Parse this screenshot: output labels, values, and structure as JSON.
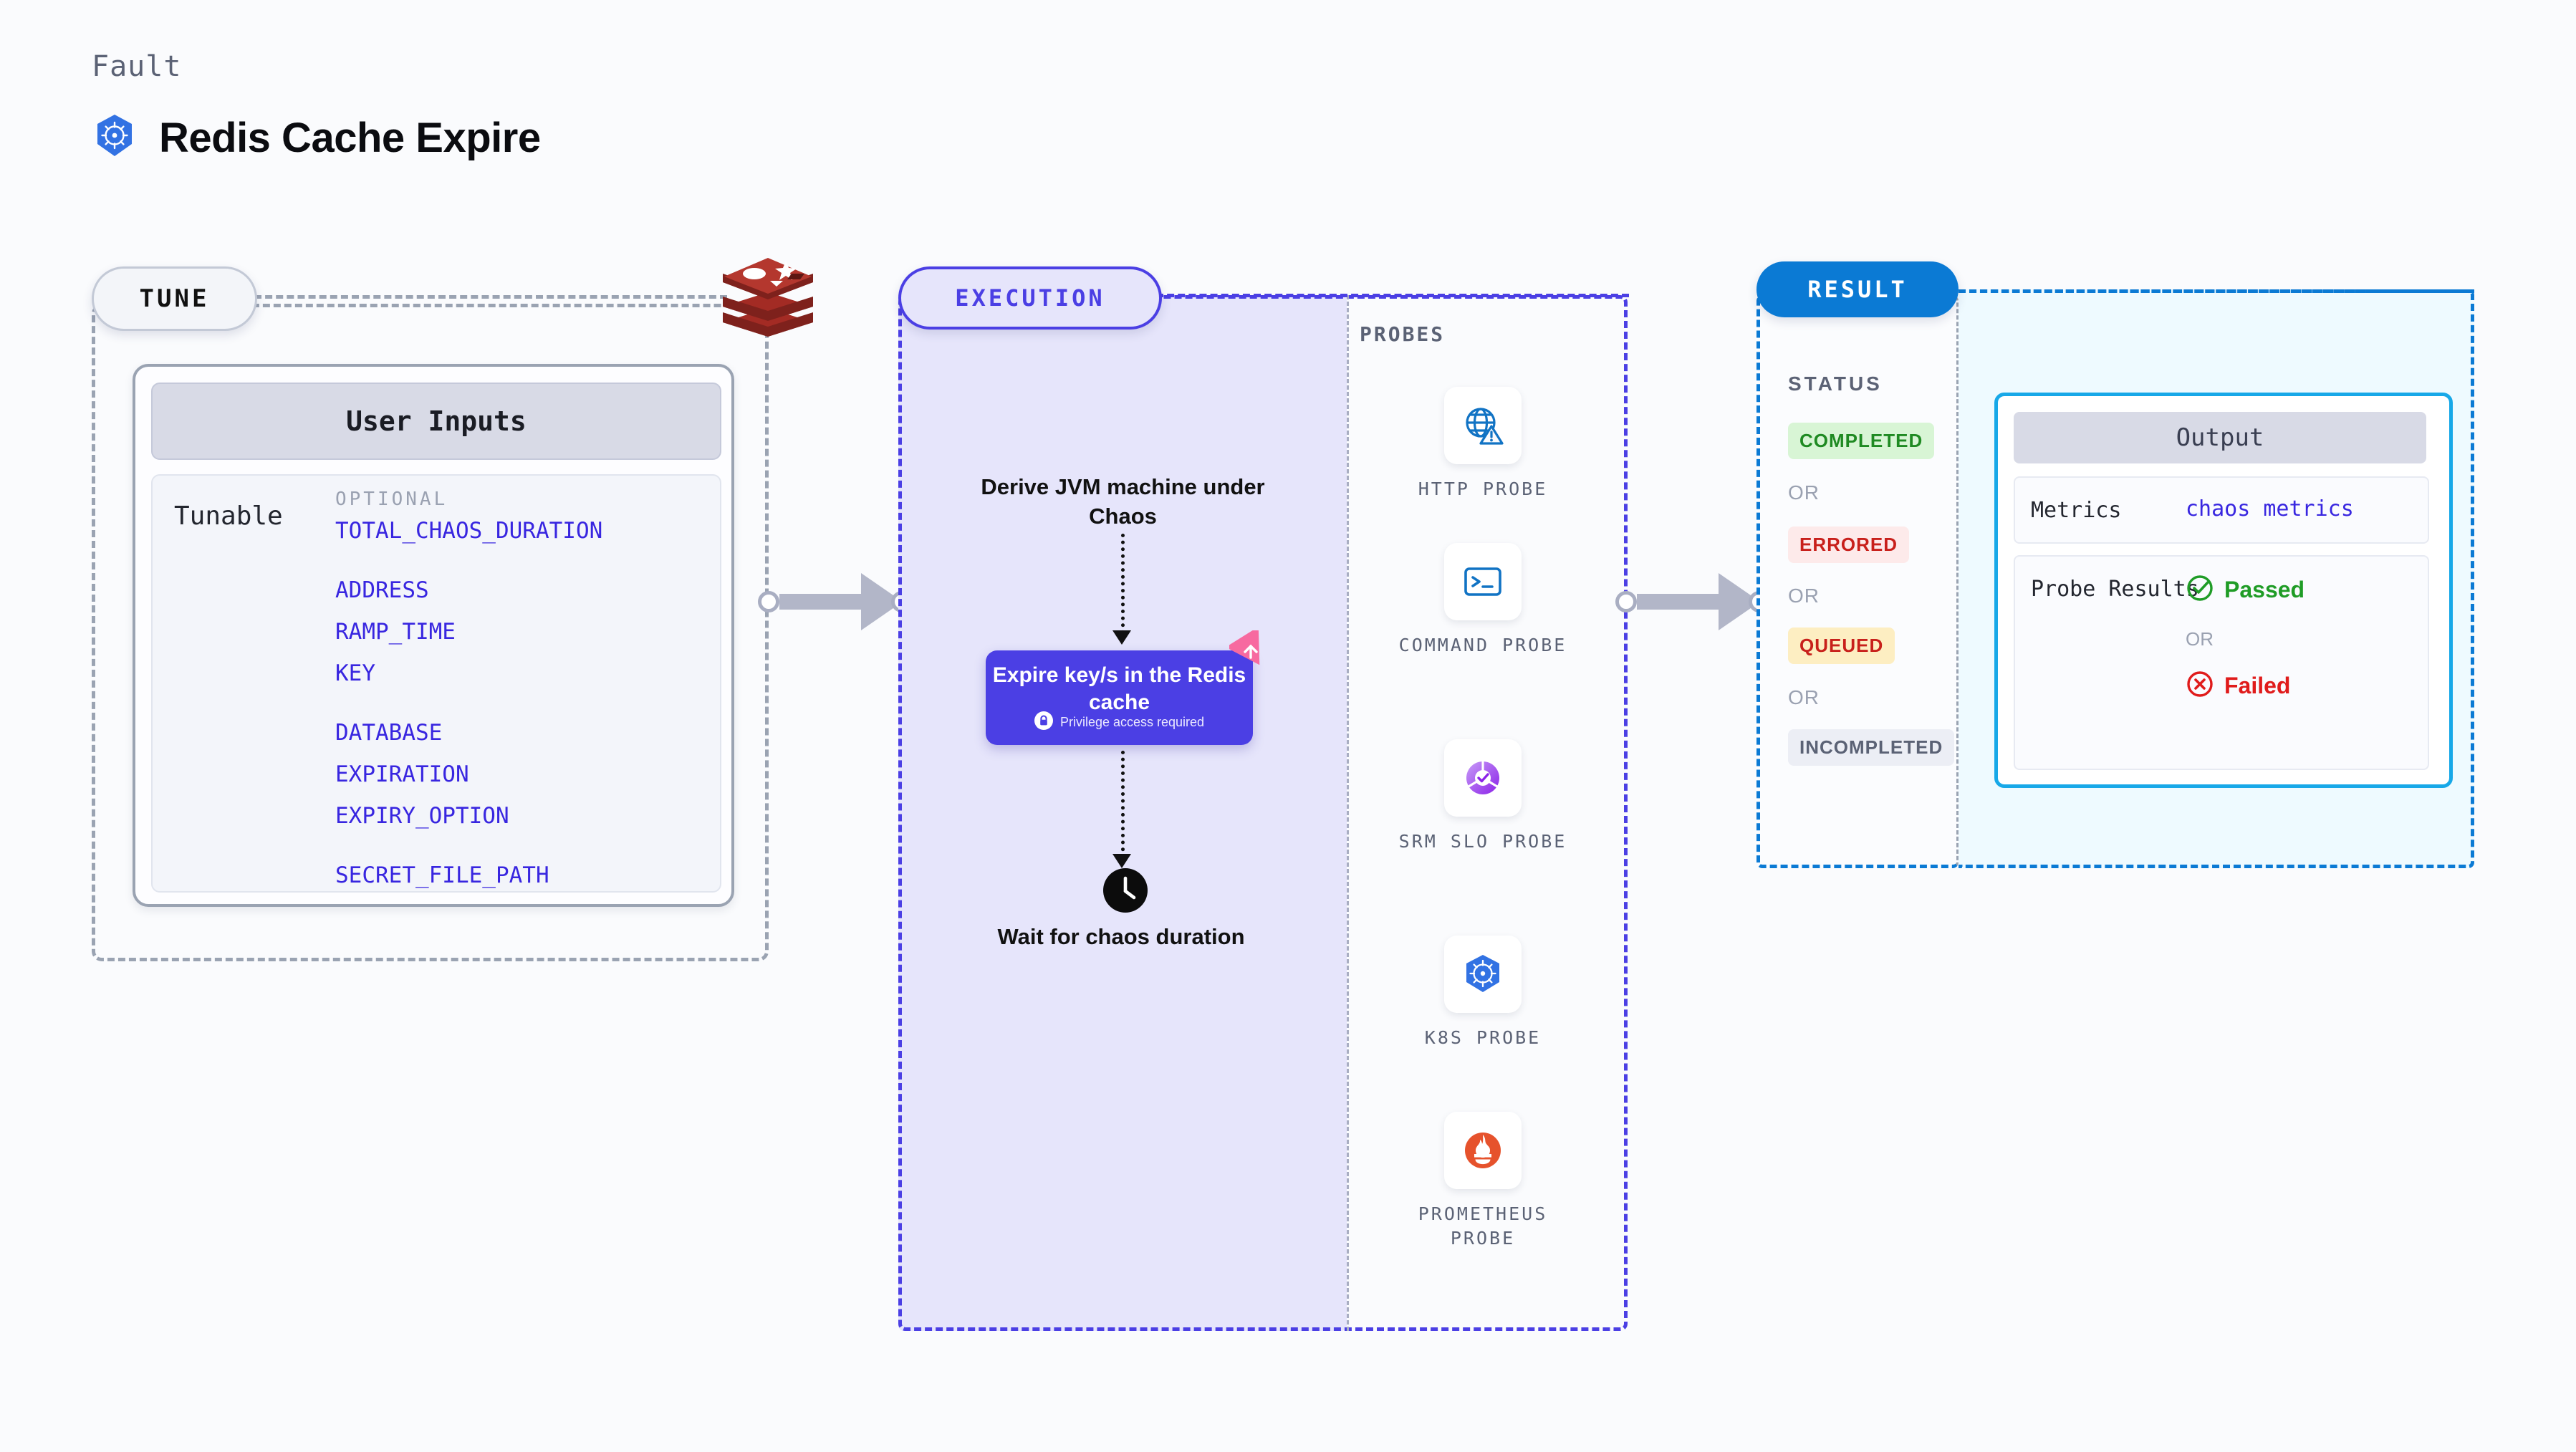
{
  "header": {
    "kicker": "Fault",
    "title": "Redis Cache Expire",
    "icon": "kubernetes-icon"
  },
  "tune": {
    "pill_label": "TUNE",
    "logo_icon": "redis-logo",
    "card_title": "User Inputs",
    "tunable_label": "Tunable",
    "optional_label": "OPTIONAL",
    "params": [
      "TOTAL_CHAOS_DURATION",
      "ADDRESS",
      "RAMP_TIME",
      "KEY",
      "DATABASE",
      "EXPIRATION",
      "EXPIRY_OPTION",
      "SECRET_FILE_PATH"
    ]
  },
  "execution": {
    "pill_label": "EXECUTION",
    "step_derive": "Derive JVM machine under Chaos",
    "action_title": "Expire key/s in the Redis cache",
    "privilege_note": "Privilege access required",
    "privilege_icon": "lock-icon",
    "badge_icon": "litmus-logo",
    "wait_icon": "clock-icon",
    "step_wait": "Wait for chaos duration"
  },
  "probes": {
    "section_label": "PROBES",
    "items": [
      {
        "label": "HTTP PROBE",
        "icon": "globe-warning-icon"
      },
      {
        "label": "COMMAND PROBE",
        "icon": "terminal-icon"
      },
      {
        "label": "SRM SLO PROBE",
        "icon": "slo-donut-check-icon"
      },
      {
        "label": "K8S PROBE",
        "icon": "kubernetes-icon"
      },
      {
        "label": "PROMETHEUS PROBE",
        "icon": "prometheus-icon"
      }
    ]
  },
  "result": {
    "pill_label": "RESULT",
    "status_label": "STATUS",
    "or_label": "OR",
    "statuses": [
      {
        "label": "COMPLETED",
        "color": "#1f8a22",
        "bg": "#d8f5d5"
      },
      {
        "label": "ERRORED",
        "color": "#c8201b",
        "bg": "#fdeaea"
      },
      {
        "label": "QUEUED",
        "color": "#c8201b",
        "bg": "#fdeec2"
      },
      {
        "label": "INCOMPLETED",
        "color": "#5b6275",
        "bg": "#eceef5"
      }
    ],
    "output": {
      "title": "Output",
      "metrics_key": "Metrics",
      "metrics_value": "chaos metrics",
      "probe_key": "Probe Results",
      "passed_label": "Passed",
      "passed_icon": "check-circle-icon",
      "failed_label": "Failed",
      "failed_icon": "x-circle-icon",
      "or_label": "OR"
    }
  },
  "colors": {
    "accent_indigo": "#4b3fe4",
    "accent_blue": "#0b7ad4",
    "cyan": "#17a8e8",
    "redis_red": "#a32b24",
    "pink": "#f76aa0"
  }
}
